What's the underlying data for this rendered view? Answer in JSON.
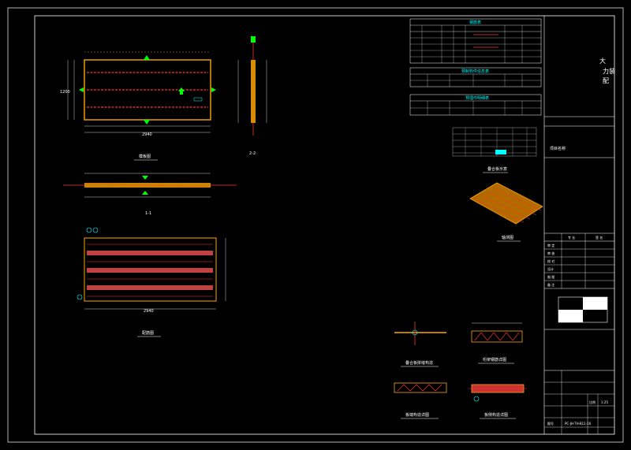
{
  "title_block": {
    "company_lines": [
      "大",
      "力装",
      "配"
    ],
    "project_label": "项目名称",
    "sign_header_left": "专 业",
    "sign_header_right": "签 名",
    "sign_rows": [
      "审 定",
      "审 核",
      "校 对",
      "设计",
      "制 图",
      "备 注"
    ],
    "scale_label": "比例",
    "scale_value": "1:25",
    "drawing_no_label": "图号",
    "drawing_no_value": "PC-JH-TH-B11-16"
  },
  "views": {
    "plan_label": "模板图",
    "section_11_label": "1-1",
    "section_22_label": "2-2",
    "rebar_label": "配筋图",
    "stack_label": "叠合板示意",
    "iso_label": "轴测图",
    "d1_label": "叠合板拼缝构造",
    "d2_label": "桁架钢筋详图",
    "d3_label": "板端构造详图",
    "d4_label": "板侧构造详图"
  },
  "dims": {
    "plan_width": "2940",
    "plan_height": "1200",
    "rebar_width": "2940"
  },
  "tables": {
    "t1_title": "钢筋表",
    "t2_title": "预制构件信息表",
    "t3_title": "预埋件明细表"
  },
  "colors": {
    "frame": "#ffffff",
    "slab": "#ffa500",
    "rebar": "#ff3030",
    "dim": "#ffffff",
    "accent": "#00ffff",
    "green": "#00ff00"
  }
}
